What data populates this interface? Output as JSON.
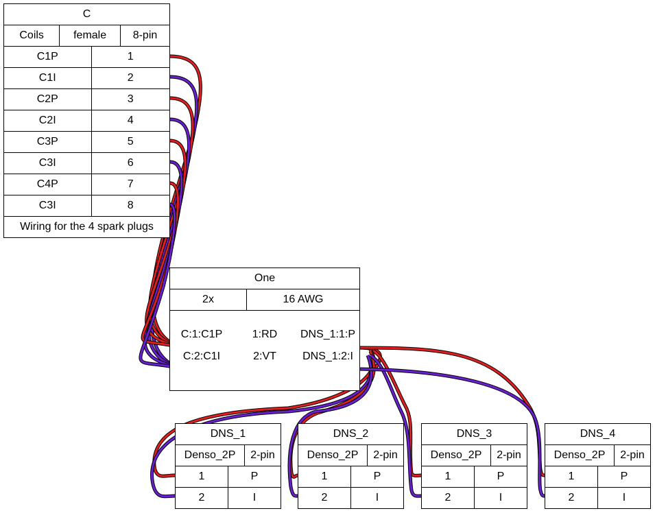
{
  "connector_c": {
    "title": "C",
    "header": [
      "Coils",
      "female",
      "8-pin"
    ],
    "pins": [
      {
        "label": "C1P",
        "pin": "1"
      },
      {
        "label": "C1I",
        "pin": "2"
      },
      {
        "label": "C2P",
        "pin": "3"
      },
      {
        "label": "C2I",
        "pin": "4"
      },
      {
        "label": "C3P",
        "pin": "5"
      },
      {
        "label": "C3I",
        "pin": "6"
      },
      {
        "label": "C4P",
        "pin": "7"
      },
      {
        "label": "C3I",
        "pin": "8"
      }
    ],
    "note": "Wiring for the 4 spark plugs"
  },
  "cable": {
    "title": "One",
    "count": "2x",
    "gauge": "16 AWG",
    "wires": [
      {
        "from": "C:1:C1P",
        "wire": "1:RD",
        "to": "DNS_1:1:P"
      },
      {
        "from": "C:2:C1I",
        "wire": "2:VT",
        "to": "DNS_1:2:I"
      }
    ]
  },
  "dns_connectors": [
    {
      "title": "DNS_1",
      "type": "Denso_2P",
      "pins_count": "2-pin",
      "pins": [
        {
          "pin": "1",
          "label": "P"
        },
        {
          "pin": "2",
          "label": "I"
        }
      ]
    },
    {
      "title": "DNS_2",
      "type": "Denso_2P",
      "pins_count": "2-pin",
      "pins": [
        {
          "pin": "1",
          "label": "P"
        },
        {
          "pin": "2",
          "label": "I"
        }
      ]
    },
    {
      "title": "DNS_3",
      "type": "Denso_2P",
      "pins_count": "2-pin",
      "pins": [
        {
          "pin": "1",
          "label": "P"
        },
        {
          "pin": "2",
          "label": "I"
        }
      ]
    },
    {
      "title": "DNS_4",
      "type": "Denso_2P",
      "pins_count": "2-pin",
      "pins": [
        {
          "pin": "1",
          "label": "P"
        },
        {
          "pin": "2",
          "label": "I"
        }
      ]
    }
  ],
  "colors": {
    "red_wire": "#e02020",
    "violet_wire": "#6a1fd0",
    "outline": "#000000"
  }
}
